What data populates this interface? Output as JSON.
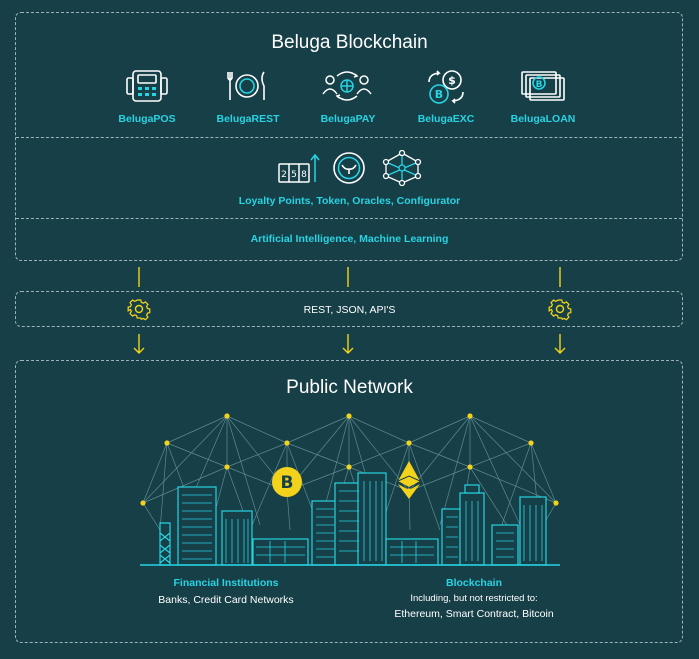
{
  "blockchain": {
    "title": "Beluga Blockchain",
    "products": [
      {
        "label": "BelugaPOS",
        "icon": "pos-terminal-icon"
      },
      {
        "label": "BelugaREST",
        "icon": "restaurant-plate-icon"
      },
      {
        "label": "BelugaPAY",
        "icon": "payment-exchange-icon"
      },
      {
        "label": "BelugaEXC",
        "icon": "crypto-exchange-icon"
      },
      {
        "label": "BelugaLOAN",
        "icon": "cash-stack-icon"
      }
    ],
    "middle_icons": [
      "loyalty-points-icon",
      "whale-token-icon",
      "network-oracle-icon"
    ],
    "middle_label": "Loyalty Points, Token, Oracles, Configurator",
    "ai_label": "Artificial Intelligence, Machine Learning"
  },
  "api": {
    "label": "REST, JSON, API'S"
  },
  "public_network": {
    "title": "Public Network",
    "left": {
      "title": "Financial Institutions",
      "subtitle": "Banks, Credit Card Networks"
    },
    "right": {
      "title": "Blockchain",
      "subtitle": "Including, but not restricted to:",
      "detail": "Ethereum, Smart Contract, Bitcoin"
    }
  },
  "colors": {
    "background": "#173f47",
    "accent_cyan": "#27d4e3",
    "accent_yellow": "#f2d21b",
    "dashed_border": "#9fb4b8"
  }
}
